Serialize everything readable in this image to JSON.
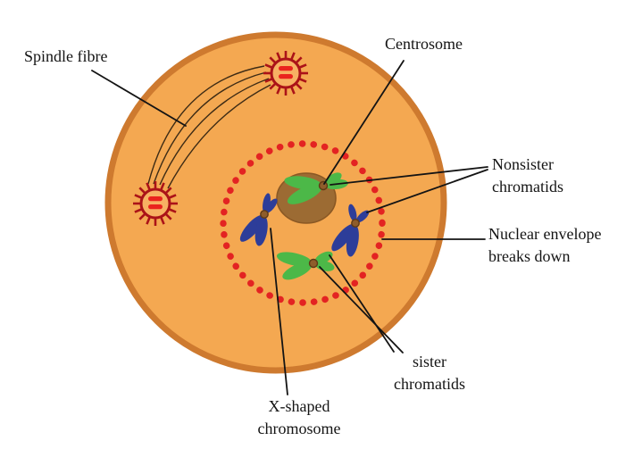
{
  "labels": {
    "spindle_fibre": "Spindle fibre",
    "centrosome": "Centrosome",
    "nonsister_chromatids": "Nonsister\nchromatids",
    "nuclear_envelope": "Nuclear envelope\nbreaks down",
    "sister_chromatids": "sister\nchromatids",
    "x_shaped_chromosome": "X-shaped\nchromosome"
  },
  "colors": {
    "background": "#ffffff",
    "cell-fill": "#f4a851",
    "cell-border": "#ce7a2f",
    "centrosome-red": "#ab1318",
    "centriole-red": "#ea231e",
    "centrosome-fill": "#f7b163",
    "spindle-line": "#3d2b15",
    "envelope-dot-red": "#e32322",
    "nucleolus-brown": "#9c6b33",
    "nucleolus-edge": "#8a5824",
    "chromosome-green": "#4cb848",
    "chromosome-blue": "#2d3d99",
    "centromere-fill": "#8f5d2b",
    "centromere-edge": "#5f3a15",
    "pointer-line": "#141414",
    "label-text": "#141414"
  }
}
